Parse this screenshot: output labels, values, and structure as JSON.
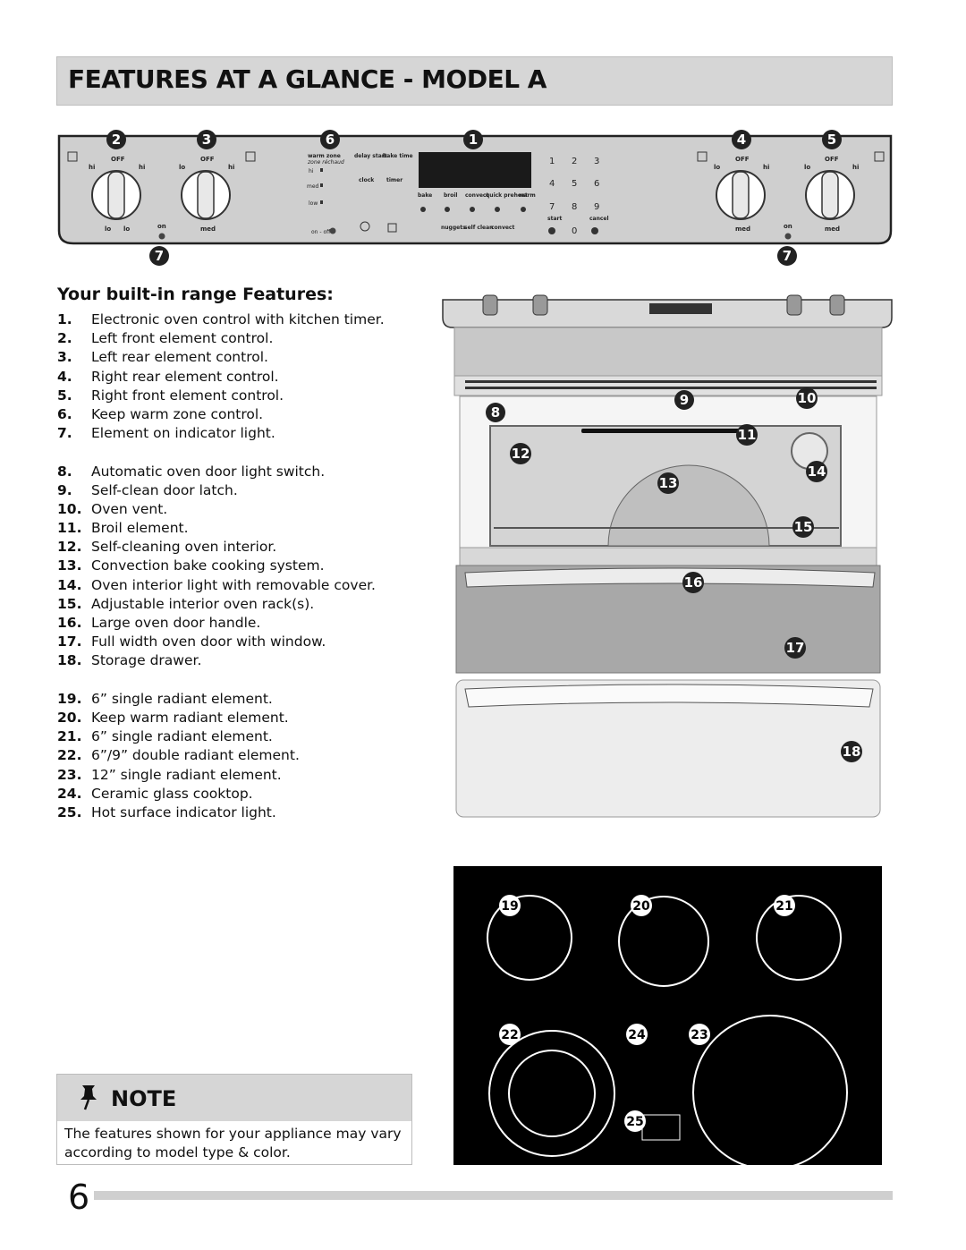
{
  "header": {
    "title": "FEATURES AT A GLANCE - MODEL A"
  },
  "control_panel": {
    "callouts_top": [
      "2",
      "3",
      "6",
      "1",
      "4",
      "5"
    ],
    "callouts_bottom": [
      "7",
      "7"
    ],
    "knob_labels": {
      "off": "OFF",
      "hi": "hi",
      "lo": "lo",
      "med": "med",
      "on": "on"
    },
    "warm_zone": {
      "title": "warm zone",
      "subtitle": "zone réchaud",
      "hi": "hi",
      "med": "med",
      "low": "low",
      "onoff": "on - off"
    },
    "buttons": [
      "delay start",
      "bake time",
      "clock",
      "timer",
      "bake",
      "broil",
      "convect",
      "quick preheat",
      "warm",
      "nuggets",
      "self clean",
      "convect",
      "start",
      "cancel"
    ],
    "keypad": [
      "1",
      "2",
      "3",
      "4",
      "5",
      "6",
      "7",
      "8",
      "9",
      "0"
    ]
  },
  "features": {
    "heading": "Your built-in range Features:",
    "items": [
      {
        "num": "1.",
        "text": "Electronic oven control with kitchen timer."
      },
      {
        "num": "2.",
        "text": "Left front element control."
      },
      {
        "num": "3.",
        "text": "Left rear element control."
      },
      {
        "num": "4.",
        "text": "Right rear element control."
      },
      {
        "num": "5.",
        "text": "Right front element control."
      },
      {
        "num": "6.",
        "text": "Keep warm zone control."
      },
      {
        "num": "7.",
        "text": "Element on indicator light."
      },
      {
        "num": "8.",
        "text": "Automatic oven door light switch."
      },
      {
        "num": "9.",
        "text": "Self-clean door latch."
      },
      {
        "num": "10.",
        "text": "Oven vent."
      },
      {
        "num": "11.",
        "text": "Broil element."
      },
      {
        "num": "12.",
        "text": "Self-cleaning oven interior."
      },
      {
        "num": "13.",
        "text": "Convection bake cooking system."
      },
      {
        "num": "14.",
        "text": "Oven interior light with removable cover."
      },
      {
        "num": "15.",
        "text": "Adjustable interior oven rack(s)."
      },
      {
        "num": "16.",
        "text": "Large oven door handle."
      },
      {
        "num": "17.",
        "text": "Full width oven door with window."
      },
      {
        "num": "18.",
        "text": "Storage drawer."
      },
      {
        "num": "19.",
        "text": "6” single radiant element."
      },
      {
        "num": "20.",
        "text": "Keep warm radiant element."
      },
      {
        "num": "21.",
        "text": "6” single radiant element."
      },
      {
        "num": "22.",
        "text": "6”/9” double radiant element."
      },
      {
        "num": "23.",
        "text": "12” single radiant element."
      },
      {
        "num": "24.",
        "text": "Ceramic glass cooktop."
      },
      {
        "num": "25.",
        "text": "Hot surface indicator light."
      }
    ]
  },
  "oven_callouts": [
    "8",
    "9",
    "10",
    "11",
    "12",
    "13",
    "14",
    "15",
    "16",
    "17",
    "18"
  ],
  "cooktop_callouts": [
    "19",
    "20",
    "21",
    "22",
    "24",
    "23",
    "25"
  ],
  "note": {
    "label": "NOTE",
    "body": "The features shown for your appliance may vary according to model type & color."
  },
  "footer": {
    "page_number": "6"
  }
}
